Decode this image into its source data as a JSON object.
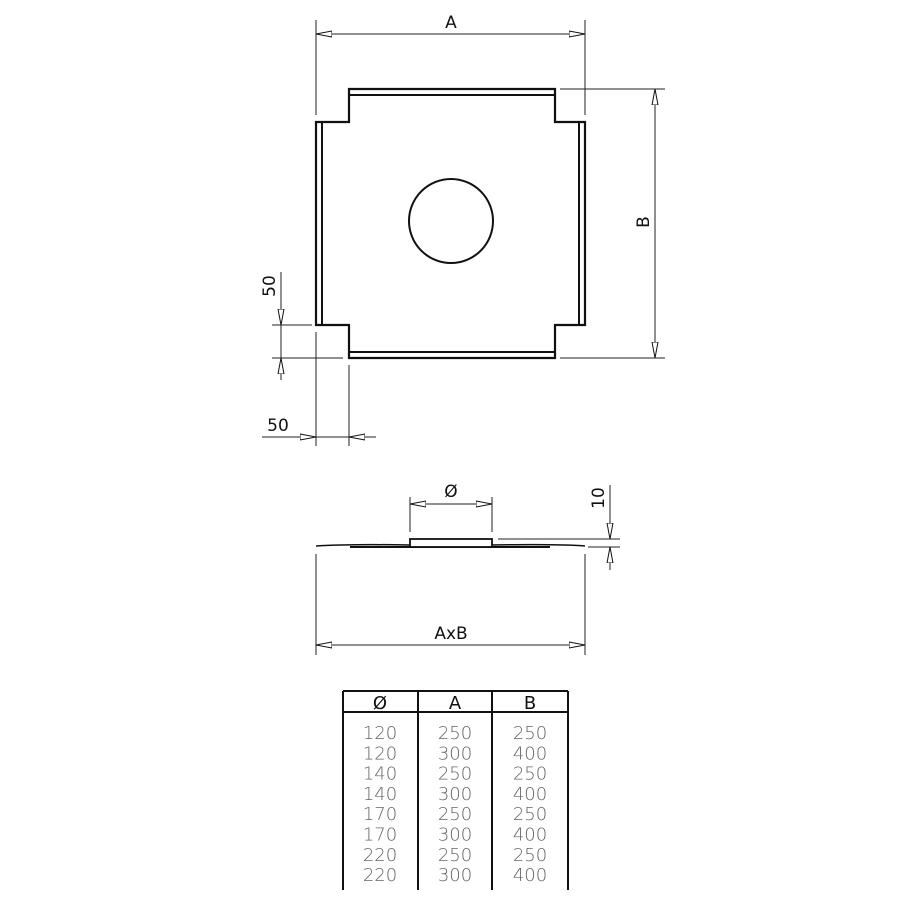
{
  "top_view": {
    "dim_width_label": "A",
    "dim_height_label": "B",
    "dim_notch_vertical_label": "50",
    "dim_notch_horizontal_label": "50"
  },
  "side_view": {
    "dim_diameter_label": "Ø",
    "dim_collar_height_label": "10",
    "dim_overall_label": "AxB"
  },
  "table": {
    "headers": [
      "Ø",
      "A",
      "B"
    ],
    "rows": [
      [
        "120",
        "250",
        "250"
      ],
      [
        "120",
        "300",
        "400"
      ],
      [
        "140",
        "250",
        "250"
      ],
      [
        "140",
        "300",
        "400"
      ],
      [
        "170",
        "250",
        "250"
      ],
      [
        "170",
        "300",
        "400"
      ],
      [
        "220",
        "250",
        "250"
      ],
      [
        "220",
        "300",
        "400"
      ]
    ]
  }
}
